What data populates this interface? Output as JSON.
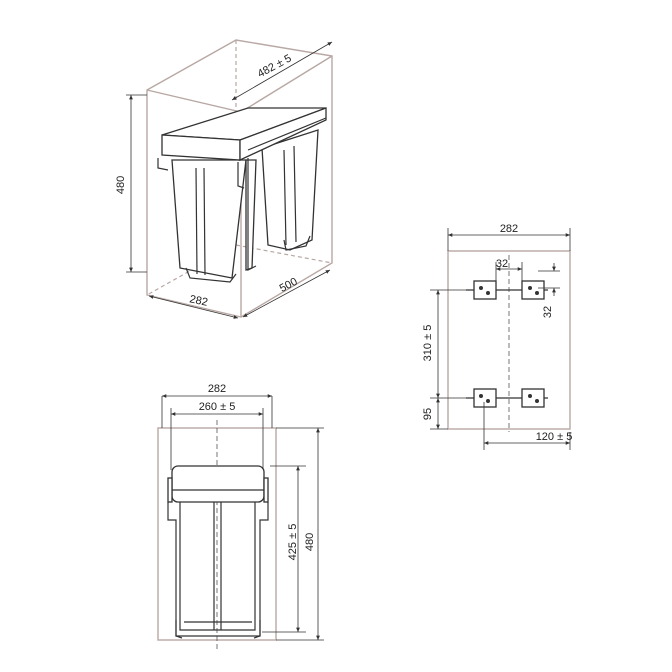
{
  "dimensions": {
    "iso_width": "482 ± 5",
    "iso_height": "480",
    "iso_front": "282",
    "iso_depth": "500",
    "mount_width": "282",
    "mount_gap": "32",
    "mount_vgap": "32",
    "mount_spacing": "310 ± 5",
    "mount_bottom": "95",
    "mount_offset": "120 ± 5",
    "front_outer": "282",
    "front_inner": "260 ± 5",
    "front_bin_height": "425 ± 5",
    "front_height": "480"
  }
}
